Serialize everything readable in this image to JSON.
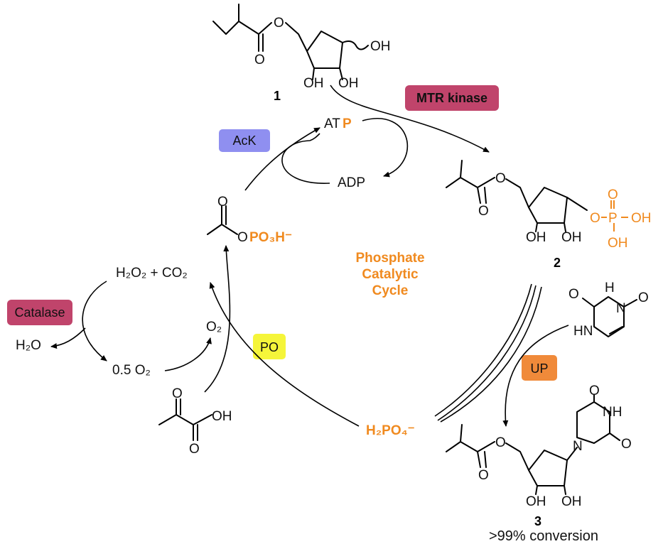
{
  "cycle": {
    "title_lines": [
      "Phosphate",
      "Catalytic",
      "Cycle"
    ]
  },
  "compounds": {
    "c1": {
      "number": "1",
      "oh_anomeric": "OH",
      "oh_3": "OH",
      "oh_2": "OH"
    },
    "c2": {
      "number": "2",
      "oh_3": "OH",
      "oh_2": "OH",
      "phosphate_o": "O",
      "phosphate_p": "P",
      "phosphate_oh1": "OH",
      "phosphate_oh2": "OH",
      "phosphate_dbl_o": "O"
    },
    "c3": {
      "number": "3",
      "conversion": ">99% conversion",
      "oh_3": "OH",
      "oh_2": "OH",
      "ring_n": "N",
      "ring_nh": "NH",
      "ring_o1": "O",
      "ring_o2": "O"
    }
  },
  "uracil": {
    "nh_top": "H",
    "n_top": "N",
    "hn": "HN",
    "o_left": "O",
    "o_right": "O"
  },
  "ester_o": "O",
  "species": {
    "atp_prefix": "AT",
    "atp_p": "P",
    "adp": "ADP",
    "acetyl_phosphate_o": "O",
    "acetyl_phosphate_po3h": "PO₃H⁻",
    "h2o2_co2": "H₂O₂ + CO₂",
    "h2o": "H₂O",
    "half_o2": "0.5 O₂",
    "o2": "O₂",
    "pyruvate_oh": "OH",
    "pyruvate_o1": "O",
    "pyruvate_o2": "O",
    "phosphate": "H₂PO₄⁻"
  },
  "enzymes": {
    "mtr_kinase": {
      "label": "MTR kinase",
      "color": "#c0446b"
    },
    "ack": {
      "label": "AcK",
      "color": "#8f8ff0"
    },
    "catalase": {
      "label": "Catalase",
      "color": "#c0446b"
    },
    "po": {
      "label": "PO",
      "color": "#f5f53a"
    },
    "up": {
      "label": "UP",
      "color": "#f08a3a"
    }
  }
}
